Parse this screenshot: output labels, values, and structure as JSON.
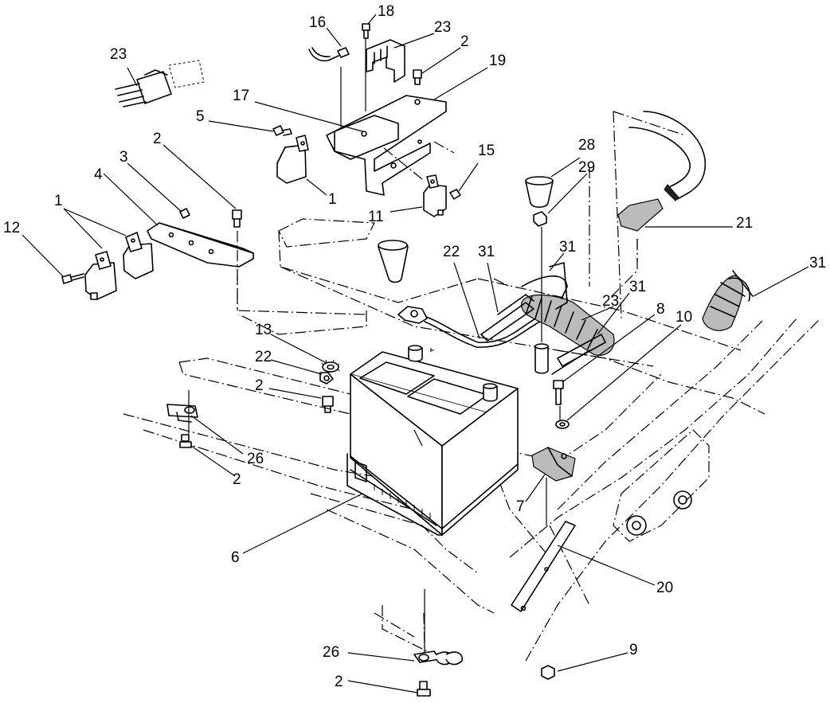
{
  "callouts": [
    {
      "id": "c-23a",
      "text": "23"
    },
    {
      "id": "c-16",
      "text": "16"
    },
    {
      "id": "c-18",
      "text": "18"
    },
    {
      "id": "c-23b",
      "text": "23"
    },
    {
      "id": "c-2a",
      "text": "2"
    },
    {
      "id": "c-19",
      "text": "19"
    },
    {
      "id": "c-17",
      "text": "17"
    },
    {
      "id": "c-5",
      "text": "5"
    },
    {
      "id": "c-2b",
      "text": "2"
    },
    {
      "id": "c-3",
      "text": "3"
    },
    {
      "id": "c-4",
      "text": "4"
    },
    {
      "id": "c-1a",
      "text": "1"
    },
    {
      "id": "c-1b",
      "text": "1"
    },
    {
      "id": "c-12",
      "text": "12"
    },
    {
      "id": "c-15",
      "text": "15"
    },
    {
      "id": "c-28",
      "text": "28"
    },
    {
      "id": "c-29",
      "text": "29"
    },
    {
      "id": "c-11",
      "text": "11"
    },
    {
      "id": "c-21",
      "text": "21"
    },
    {
      "id": "c-22a",
      "text": "22"
    },
    {
      "id": "c-31a",
      "text": "31"
    },
    {
      "id": "c-31b",
      "text": "31"
    },
    {
      "id": "c-31c",
      "text": "31"
    },
    {
      "id": "c-31d",
      "text": "31"
    },
    {
      "id": "c-23c",
      "text": "23"
    },
    {
      "id": "c-8",
      "text": "8"
    },
    {
      "id": "c-10",
      "text": "10"
    },
    {
      "id": "c-13",
      "text": "13"
    },
    {
      "id": "c-22b",
      "text": "22"
    },
    {
      "id": "c-2c",
      "text": "2"
    },
    {
      "id": "c-26a",
      "text": "26"
    },
    {
      "id": "c-2d",
      "text": "2"
    },
    {
      "id": "c-7",
      "text": "7"
    },
    {
      "id": "c-6",
      "text": "6"
    },
    {
      "id": "c-20",
      "text": "20"
    },
    {
      "id": "c-9",
      "text": "9"
    },
    {
      "id": "c-26b",
      "text": "26"
    },
    {
      "id": "c-2e",
      "text": "2"
    }
  ]
}
